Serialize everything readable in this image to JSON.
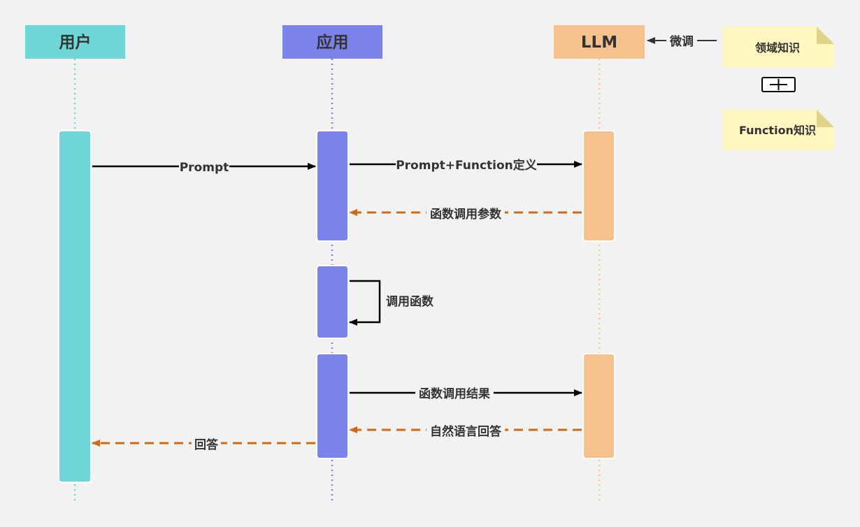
{
  "participants": {
    "user": "用户",
    "app": "应用",
    "llm": "LLM"
  },
  "messages": {
    "prompt": "Prompt",
    "prompt_function": "Prompt+Function定义",
    "function_params": "函数调用参数",
    "call_function": "调用函数",
    "function_result": "函数调用结果",
    "natural_answer": "自然语言回答",
    "answer": "回答"
  },
  "fine_tune": {
    "label": "微调",
    "notes": [
      "领域知识",
      "Function知识"
    ],
    "combine_symbol": "+"
  },
  "colors": {
    "user": "#6fd6d8",
    "app": "#7b83eb",
    "llm": "#f5c28d",
    "note": "#fff7bf",
    "note_fold": "#e0d488",
    "return_arrow": "#cc6a16",
    "call_arrow": "#000000",
    "background": "#f2f2f2"
  }
}
